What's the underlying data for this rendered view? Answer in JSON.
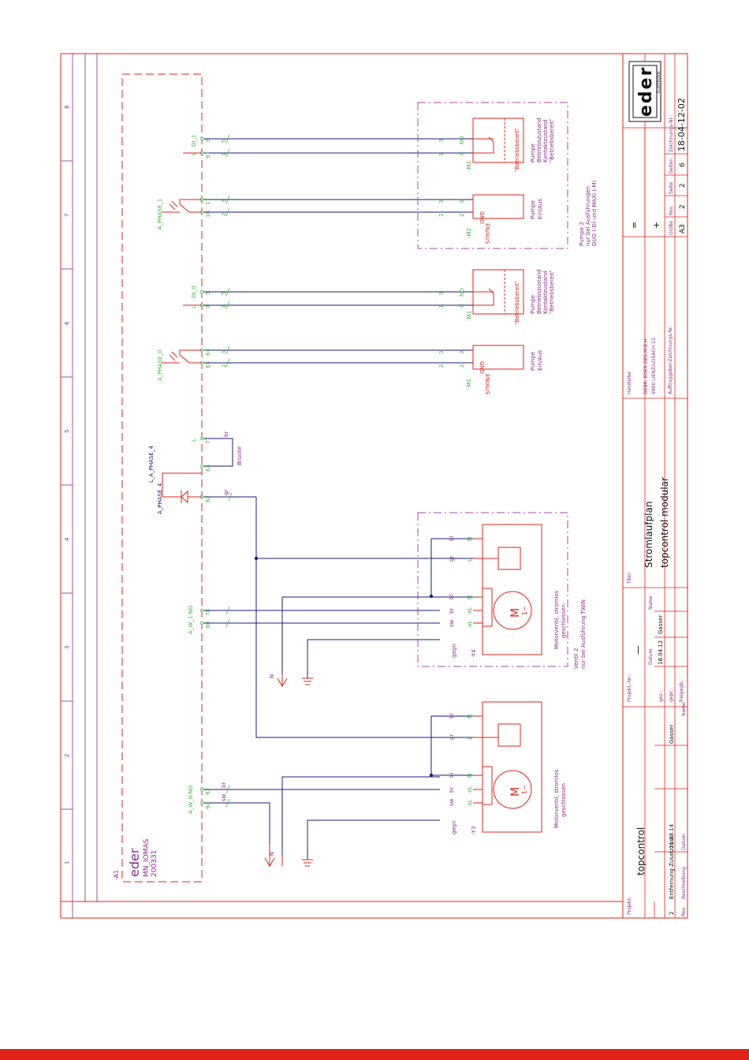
{
  "colors": {
    "frame": "#e2231a",
    "wire": "#1b1b7a",
    "label": "#3cb43c",
    "purple": "#8c2a8c",
    "dash": "#b040b0",
    "device": "#e2231a",
    "text": "#111111"
  },
  "grid": {
    "columns": [
      "1",
      "2",
      "3",
      "4",
      "5",
      "6",
      "7",
      "8"
    ]
  },
  "controller": {
    "tag": "-A1",
    "brand": "eder",
    "model": "MN_IOMAS",
    "number": "200331"
  },
  "terminals": {
    "t94": "94",
    "t92": "92",
    "t80": "80",
    "t78": "78",
    "t62": "62",
    "t63": "63",
    "t77": "77",
    "t65": "65",
    "t64": "64",
    "t4a": "4",
    "t5a": "5",
    "t18": "18",
    "t17": "17",
    "t91": "91",
    "t6": "6"
  },
  "signals": {
    "aw0no_a": "A_W_0-NO",
    "aw0no_b": "A_W_0-NO",
    "aw1no_a": "A_W_1-NO",
    "aw1no_b": "A_W_1-NO",
    "aphase4": "A_PHASE_4",
    "laphase4": "L_A_PHASE_4",
    "L1": "L",
    "aphase0": "A_PHASE_0",
    "L2": "L",
    "DI0": "DI_0",
    "aphase1": "A_PHASE_1",
    "L3": "L",
    "DI1": "DI_1"
  },
  "wires": {
    "sw": "sw",
    "br": "br",
    "gr": "gr",
    "bl": "bl",
    "gegn": "gegn",
    "n1": "1",
    "n2": "2",
    "n3": "3",
    "n5": "5",
    "bridge": "Brücke",
    "N": "N"
  },
  "valve": {
    "y3": "-Y3",
    "y4": "-Y4",
    "aL": "aL",
    "eL": "eL",
    "N": "N",
    "L": "L",
    "M": "M",
    "phase": "1~",
    "desc1": "Motorventil, stromlos",
    "desc2": "geschlossen",
    "twin1": "Ventil 2",
    "twin2": "nur bei Ausführung TWIN"
  },
  "pumps": {
    "m1": "-M1",
    "m2": "-M2",
    "gnd": "GND",
    "enaus": "EN/AUS",
    "einaus1": "Pumpe",
    "einaus2": "Ein/Aus",
    "no": "NO",
    "c": "C",
    "betrieb": "\"Betriebsbereit\"",
    "rel1": "Pumpe",
    "rel2": "Betriebszustand",
    "rel3": "Kontaktzustand",
    "rel4": "\"Betriebsbereit\"",
    "p2a": "Pumpe 2",
    "p2b": "nur bei Ausführungen",
    "p2c": "DUO (-D) und MAXI (-M)"
  },
  "titleblock": {
    "projekt_lbl": "Projekt:",
    "projekt": "topcontrol",
    "projektnr_lbl": "Projekt.-Nr.:",
    "projektnr": "—",
    "titel_lbl": "Titel:",
    "titel1": "Stromlaufplan",
    "titel2": "topcontrol modular",
    "hersteller_lbl": "Hersteller",
    "hersteller1": "GEBR. EDER GES.M.B.H",
    "hersteller2": "9900 LIENZ/LEISACH 52",
    "auftrag_lbl": "Auftraggeber-Zeichnungs-Nr.",
    "rev": "2",
    "aenderung": "Entfernung Zusatzzusr.",
    "datum": "11.08.14",
    "name": "Gasser",
    "rev_lbl": "Rev.",
    "beschr_lbl": "Beschreibung",
    "datum_lbl": "Datum",
    "name_lbl": "Name",
    "gez_lbl": "gez.:",
    "gepr_lbl": "gepr.:",
    "freig_lbl": "freigegb.:",
    "gez_datum": "18.04.12",
    "gez_name": "Gasser",
    "eq": "=",
    "plus": "+",
    "size_lbl": "Größe",
    "size": "A3",
    "revlbl2": "Rev.",
    "rev2": "2",
    "seite_lbl": "Seite",
    "seite": "2",
    "seiten_lbl": "Seiten",
    "seiten": "6",
    "zeich_lbl": "Zeichnungs-Nr.:",
    "zeich": "18-04-12-02",
    "logo": "eder",
    "logo_sub": "ELEKTRONIK"
  }
}
